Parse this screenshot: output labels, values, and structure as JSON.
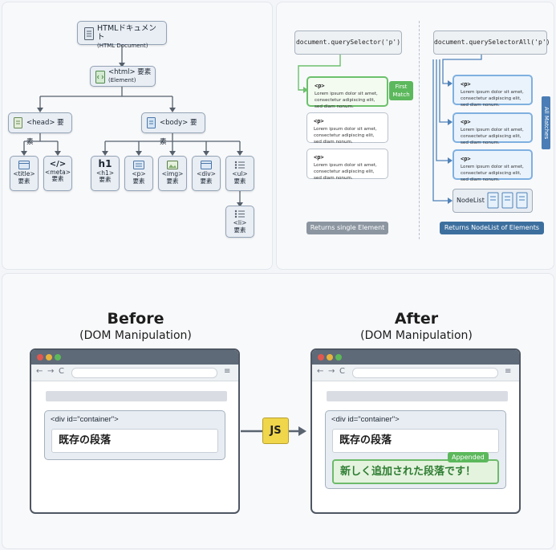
{
  "colors": {
    "green": "#6cc06c",
    "blue": "#7fb0e0",
    "gray_pill": "#8c96a1",
    "blue_pill": "#3d6f9e",
    "js": "#f0d64a"
  },
  "tree": {
    "root": {
      "line1": "HTMLドキュメント",
      "line2": "(HTML Document)",
      "icon": "document-icon"
    },
    "html": {
      "line1": "<html> 要素",
      "line2": "(Element)",
      "icon": "code-file-icon"
    },
    "head": {
      "label": "<head> 要素",
      "icon": "document-icon"
    },
    "body": {
      "label": "<body> 要素",
      "icon": "document-icon"
    },
    "leaves": [
      {
        "icon": "window-icon",
        "tag": "<title>",
        "label": "要素"
      },
      {
        "icon": "code-icon",
        "glyph": "</>",
        "tag": "<meta>",
        "label": "要素"
      },
      {
        "icon": "heading-icon",
        "glyph": "h1",
        "tag": "<h1>",
        "label": "要素"
      },
      {
        "icon": "paragraph-icon",
        "tag": "<p>",
        "label": "要素"
      },
      {
        "icon": "image-icon",
        "tag": "<img>",
        "label": "要素"
      },
      {
        "icon": "window-icon",
        "tag": "<div>",
        "label": "要素"
      },
      {
        "icon": "list-icon",
        "tag": "<ul>",
        "label": "要素"
      },
      {
        "icon": "list-icon",
        "tag": "<li>",
        "label": "要素"
      }
    ]
  },
  "selector": {
    "single": {
      "code": "document.querySelector('p')",
      "first_match": "First Match",
      "result": "Returns single Element"
    },
    "all": {
      "code": "document.querySelectorAll('p')",
      "all_matches": "All Matches",
      "nodelist": "NodeList",
      "result": "Returns NodeList of Elements"
    },
    "p_tag": "<p>",
    "lorem": "Lorem ipsum dolor sit amet, consectetur adipiscing elit, sed diam nonum."
  },
  "dom": {
    "before": {
      "title": "Before",
      "subtitle": "(DOM Manipulation)"
    },
    "after": {
      "title": "After",
      "subtitle": "(DOM Manipulation)"
    },
    "container_label": "<div id=\"container\">",
    "existing_para": "既存の段落",
    "new_para": "新しく追加された段落です！",
    "appended": "Appended",
    "js": "JS",
    "nav_back": "←",
    "nav_forward": "→",
    "nav_reload": "C",
    "nav_menu": "≡"
  }
}
